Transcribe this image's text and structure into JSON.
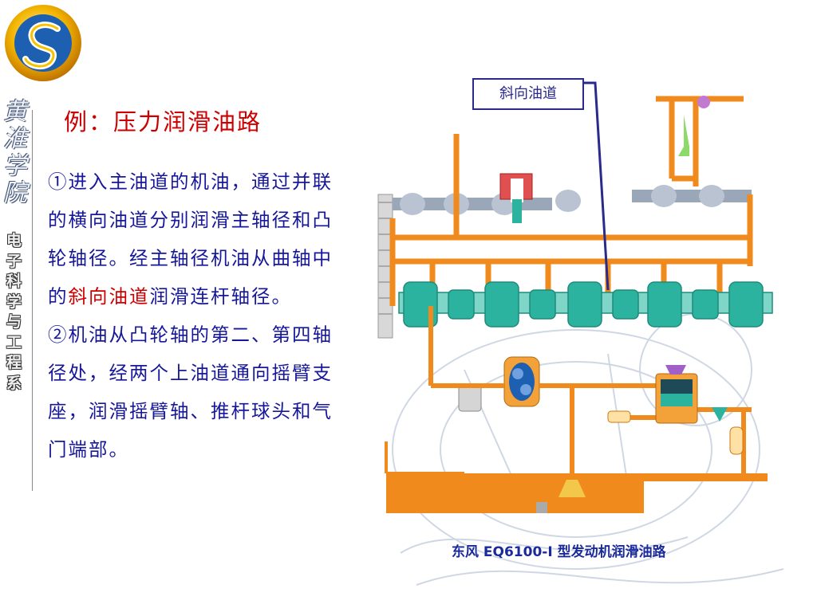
{
  "branding": {
    "school_name": "黄淮学院",
    "department": "电子科学与工程系"
  },
  "slide": {
    "title": "例：压力润滑油路",
    "paragraph1_marker": "①",
    "paragraph1_before": "进入主油道的机油，通过并联的横向油道分别润滑主轴径和凸轮轴径。经主轴径机油从曲轴中的",
    "paragraph1_highlight": "斜向油道",
    "paragraph1_after": "润滑连杆轴径。",
    "paragraph2_marker": "②",
    "paragraph2": "机油从凸轮轴的第二、第四轴径处，经两个上油道通向摇臂支座，润滑摇臂轴、推杆球头和气门端部。"
  },
  "diagram": {
    "callout_label": "斜向油道",
    "caption": "东风 EQ6100-Ⅰ 型发动机润滑油路"
  },
  "colors": {
    "oil": "#f08a1c",
    "oil_light": "#ffe1a6",
    "shaft": "#2bb3a0",
    "text_blue": "#16179a",
    "text_red": "#cc0000"
  }
}
